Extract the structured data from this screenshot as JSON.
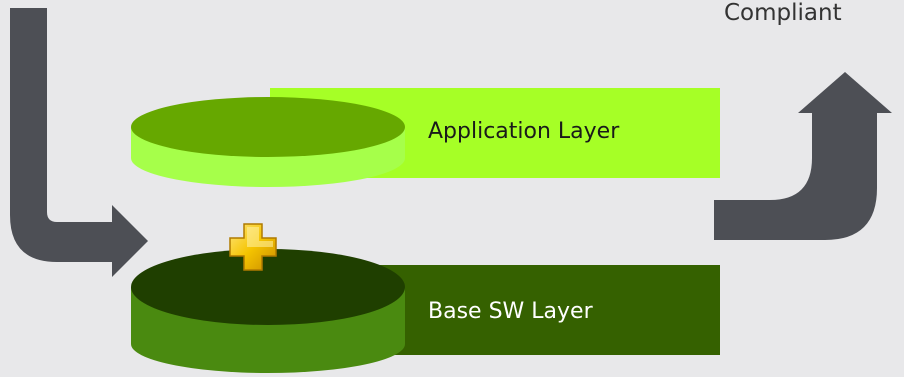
{
  "diagram": {
    "application_layer_label": "Application Layer",
    "base_layer_label": "Base SW Layer",
    "output_label": "Compliant",
    "colors": {
      "background": "#e8e8ea",
      "application_band": "#a6ff26",
      "application_top": "#66a800",
      "application_side": "#a6ff4a",
      "base_band": "#356100",
      "base_top": "#1f3f00",
      "base_side": "#4a8a10",
      "arrow": "#4d4f55",
      "plus": "#f5c400"
    },
    "icons": {
      "combine": "plus-icon",
      "input": "bent-arrow-in-icon",
      "output": "bent-arrow-up-icon"
    }
  }
}
